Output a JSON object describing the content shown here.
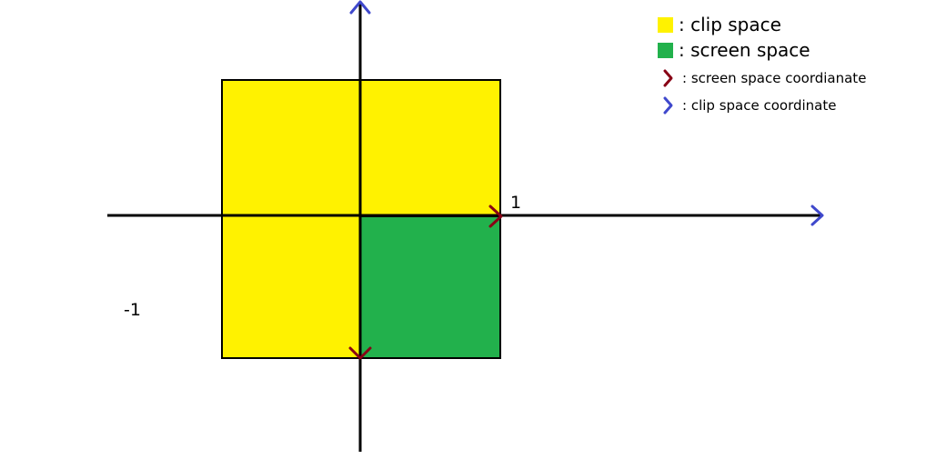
{
  "colors": {
    "clip_space": "#fff200",
    "screen_space": "#22b14c",
    "screen_coord_arrow": "#880015",
    "clip_coord_arrow": "#3f48cc",
    "axis": "#000000"
  },
  "labels": {
    "x_tick_one": "1",
    "y_tick_neg_one": "-1"
  },
  "legend": {
    "clip_space": ": clip space",
    "screen_space": ": screen space",
    "screen_space_coordinate": ": screen space coordianate",
    "clip_space_coordinate": ": clip space coordinate"
  }
}
